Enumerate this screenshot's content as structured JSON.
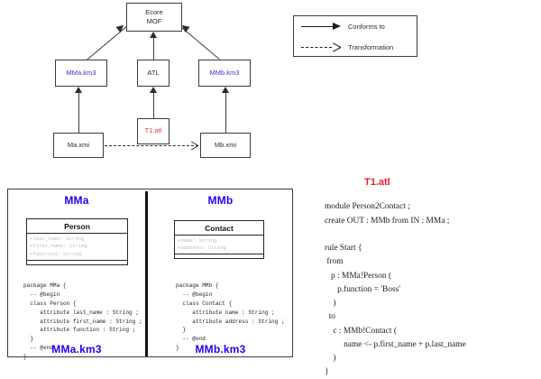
{
  "top_diagram": {
    "nodes": [
      {
        "id": "ecore",
        "lines": [
          "Ecore",
          "MOF"
        ],
        "color": "#2b2b2b"
      },
      {
        "id": "mma_km3",
        "lines": [
          "MMa.km3"
        ],
        "color": "#3a32d8"
      },
      {
        "id": "atl",
        "lines": [
          "ATL"
        ],
        "color": "#2b2b2b"
      },
      {
        "id": "mmb_km3",
        "lines": [
          "MMb.km3"
        ],
        "color": "#3a32d8"
      },
      {
        "id": "t1_atl",
        "lines": [
          "T1.atl"
        ],
        "color": "#e8354a"
      },
      {
        "id": "ma_xmi",
        "lines": [
          "Ma.xmi"
        ],
        "color": "#2b2b2b"
      },
      {
        "id": "mb_xmi",
        "lines": [
          "Mb.xmi"
        ],
        "color": "#2b2b2b"
      }
    ],
    "ecore_line1": "Ecore",
    "ecore_line2": "MOF",
    "mma_km3": "MMa.km3",
    "atl": "ATL",
    "mmb_km3": "MMb.km3",
    "t1_atl": "T1.atl",
    "ma_xmi": "Ma.xmi",
    "mb_xmi": "Mb.xmi"
  },
  "legend": {
    "conforms_to": "Conforms to",
    "transformation": "Transformation"
  },
  "metamodels": {
    "left": {
      "title": "MMa",
      "footer": "MMa.km3",
      "class_name": "Person",
      "attributes": [
        "+last_name: String",
        "+first_name: String",
        "+function: String"
      ],
      "code": "package MMa {\n  -- @begin\n  class Person {\n     attribute last_name : String ;\n     attribute first_name : String ;\n     attribute function : String ;\n  }\n  -- @end\n}"
    },
    "right": {
      "title": "MMb",
      "footer": "MMb.km3",
      "class_name": "Contact",
      "attributes": [
        "+name: String",
        "+address: String"
      ],
      "code": "package MMb {\n  -- @begin\n  class Contact {\n     attribute name : String ;\n     attribute address : String ;\n  }\n  -- @end\n}"
    }
  },
  "atl_transformation": {
    "title": "T1.atl",
    "code": "module Person2Contact ;\ncreate OUT : MMb from IN : MMa ;\n\nrule Start {\n from\n   p : MMa!Person (\n      p.function = 'Boss'\n    )\n  to\n    c : MMb!Contact (\n         name <- p.first_name + p.last_name\n    )\n}"
  },
  "colors": {
    "blue_label": "#2200ee",
    "red_label": "#e8192c",
    "node_stroke": "#3c3c3c",
    "attr_gray": "#b9bcc4"
  }
}
